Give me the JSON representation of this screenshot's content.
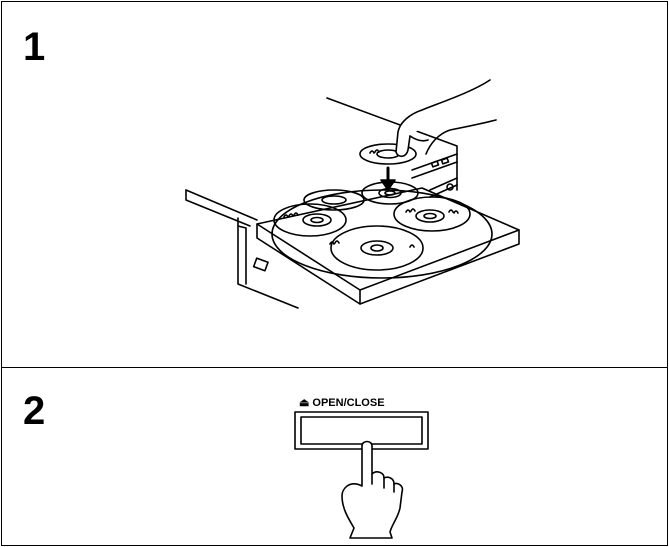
{
  "steps": [
    {
      "number": "1",
      "illustration": "disc-tray-loading"
    },
    {
      "number": "2",
      "illustration": "open-close-button-press"
    }
  ],
  "button": {
    "eject_symbol": "⏏",
    "label": "OPEN/CLOSE"
  }
}
